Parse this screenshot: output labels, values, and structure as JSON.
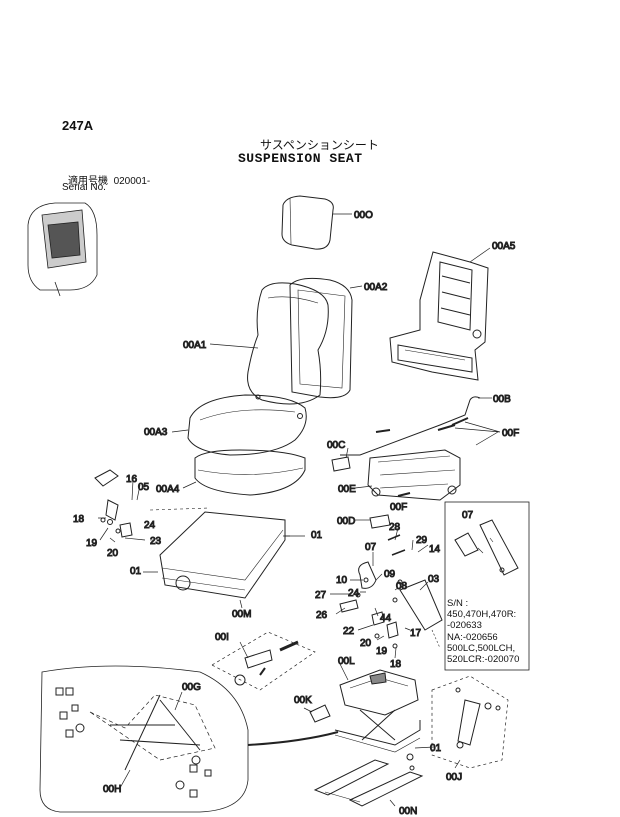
{
  "page_code": "247A",
  "title_jp": "サスペンションシート",
  "title_en": "SUSPENSION SEAT",
  "serial": {
    "label_jp": "適用号機",
    "value": "020001-",
    "label_en": "Serial No."
  },
  "callouts": {
    "c00O": "00O",
    "c00A5": "00A5",
    "c00A2": "00A2",
    "c00A1": "00A1",
    "c00B": "00B",
    "c00A3": "00A3",
    "c00C": "00C",
    "c00F": "00F",
    "c00A4": "00A4",
    "c00E": "00E",
    "c00D": "00D",
    "c00M": "00M",
    "c00I": "00I",
    "c00L": "00L",
    "c00G": "00G",
    "c00K": "00K",
    "c00H": "00H",
    "c00J": "00J",
    "c00N": "00N",
    "n16": "16",
    "n05": "05",
    "n18a": "18",
    "n24a": "24",
    "n19a": "19",
    "n20a": "20",
    "n23": "23",
    "n01a": "01",
    "n01b": "01",
    "n07a": "07",
    "n28": "28",
    "n29": "29",
    "n14": "14",
    "n10": "10",
    "n24b": "24",
    "n09": "09",
    "n08": "08",
    "n03": "03",
    "n27": "27",
    "n26": "26",
    "n44": "44",
    "n22": "22",
    "n20b": "20",
    "n17": "17",
    "n19b": "19",
    "n18b": "18",
    "n01c": "01",
    "n07b": "07"
  },
  "serial_note": [
    "S/N :",
    "450,470H,470R:",
    "-020633",
    "NA:-020656",
    "500LC,500LCH,",
    "520LCR:-020070"
  ]
}
